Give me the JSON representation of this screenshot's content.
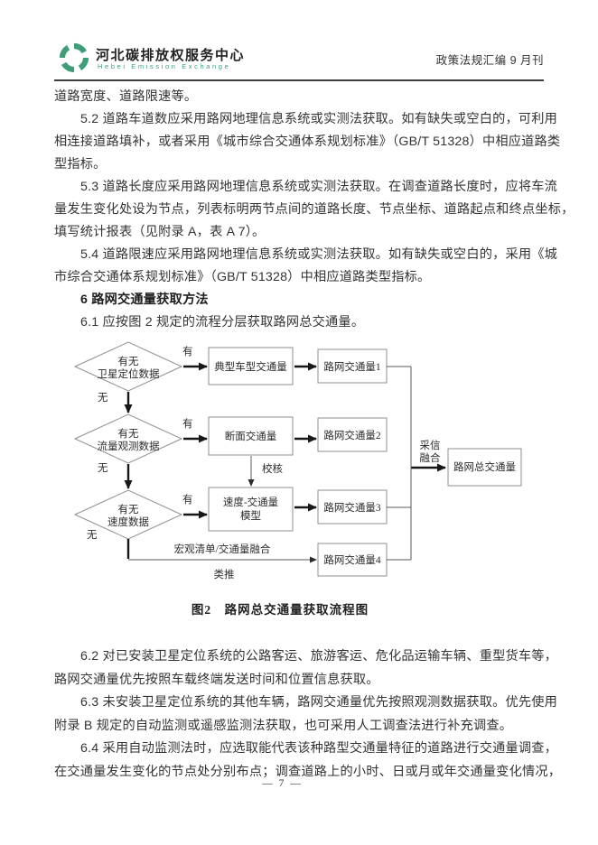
{
  "header": {
    "brand_name": "河北碳排放权服务中心",
    "brand_subtitle": "Hebei Emission Exchange",
    "issue_title": "政策法规汇编 9 月刊"
  },
  "colors": {
    "brand_green": "#3f9e78",
    "body_text": "#333333",
    "header_rule": "#3c3c3c",
    "flowchart_border": "#8f8f8f"
  },
  "body_top_lines": [
    {
      "text": "道路宽度、道路限速等。"
    },
    {
      "text": "5.2 道路车道数应采用路网地理信息系统或实测法获取。如有缺失或空白的，可利用"
    },
    {
      "text": "相连接道路填补，或者采用《城市综合交通体系规划标准》（GB/T 51328）中相应道路类"
    },
    {
      "text": "型指标。"
    },
    {
      "text": "5.3 道路长度应采用路网地理信息系统或实测法获取。在调查道路长度时，应将车流"
    },
    {
      "text": "量发生变化处设为节点，列表标明两节点间的道路长度、节点坐标、道路起点和终点坐标，"
    },
    {
      "text": "填写统计报表（见附录 A，表 A 7）。"
    },
    {
      "text": "5.4 道路限速应采用路网地理信息系统或实测法获取。如有缺失或空白的，采用《城"
    },
    {
      "text": "市综合交通体系规划标准》（GB/T 51328）中相应道路类型指标。"
    },
    {
      "text": "6 路网交通量获取方法"
    },
    {
      "text": "6.1 应按图 2 规定的流程分层获取路网总交通量。"
    }
  ],
  "figure": {
    "caption": "图2　路网总交通量获取流程图",
    "decisions": [
      {
        "line1": "有无",
        "line2": "卫星定位数据"
      },
      {
        "line1": "有无",
        "line2": "流量观测数据"
      },
      {
        "line1": "有无",
        "line2": "速度数据"
      }
    ],
    "processes": [
      {
        "line1": "典型车型交通量"
      },
      {
        "line1": "断面交通量"
      },
      {
        "line1": "速度-交通量",
        "line2": "模型"
      }
    ],
    "results": [
      "路网交通量1",
      "路网交通量2",
      "路网交通量3",
      "路网交通量4"
    ],
    "final_box": "路网总交通量",
    "labels": {
      "yes": "有",
      "no": "无",
      "check": "校核",
      "adopt_line1": "采信",
      "adopt_line2": "融合",
      "macro_fusion": "宏观清单/交通量融合",
      "analogy": "类推"
    }
  },
  "body_bottom_lines": [
    {
      "text": "6.2 对已安装卫星定位系统的公路客运、旅游客运、危化品运输车辆、重型货车等，"
    },
    {
      "text": "路网交通量优先按照车载终端发送时间和位置信息获取。"
    },
    {
      "text": "6.3 未安装卫星定位系统的其他车辆，路网交通量优先按照观测数据获取。优先使用"
    },
    {
      "text": "附录 B 规定的自动监测或遥感监测法获取，也可采用人工调查法进行补充调查。"
    },
    {
      "text": "6.4 采用自动监测法时，应选取能代表该种路型交通量特征的道路进行交通量调查，"
    },
    {
      "text": "在交通量发生变化的节点处分别布点；调查道路上的小时、日或月或年交通量变化情况，"
    }
  ],
  "footer": {
    "page_number": "— 7 —"
  }
}
